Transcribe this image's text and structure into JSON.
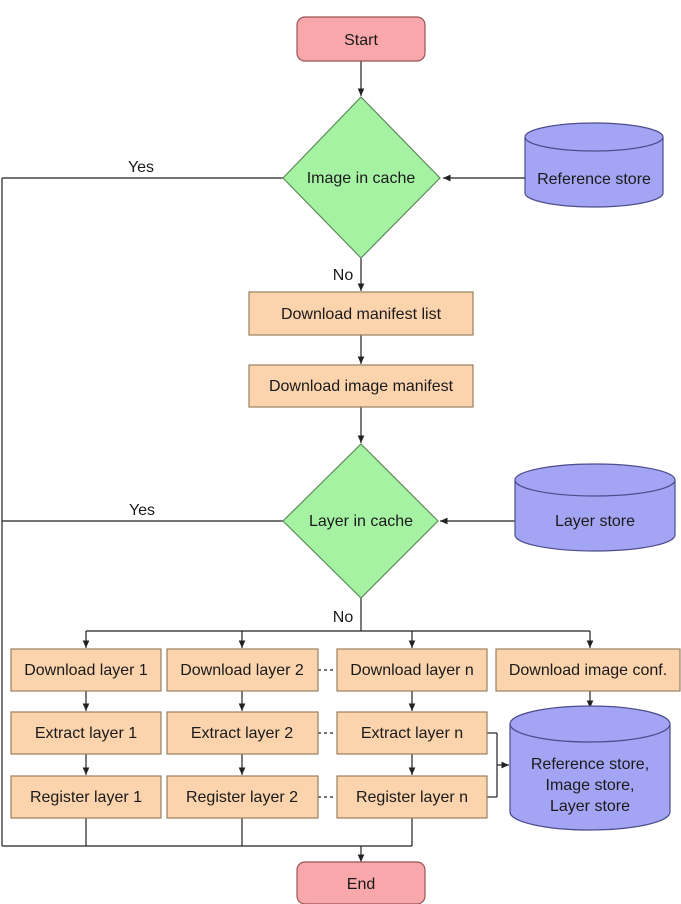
{
  "colors": {
    "terminal_fill": "#f8a7aa",
    "terminal_stroke": "#9a5355",
    "process_fill": "#fbd3ac",
    "process_stroke": "#9a8060",
    "decision_fill": "#a6f2a3",
    "decision_stroke": "#5c8a5a",
    "store_fill": "#a4a4f5",
    "store_stroke": "#4c4c8a",
    "line": "#222222"
  },
  "nodes": {
    "start": "Start",
    "image_in_cache": "Image in cache",
    "reference_store": "Reference store",
    "download_manifest_list": "Download manifest list",
    "download_image_manifest": "Download image manifest",
    "layer_in_cache": "Layer in cache",
    "layer_store": "Layer store",
    "download_layer_1": "Download layer 1",
    "download_layer_2": "Download layer 2",
    "download_layer_n": "Download layer n",
    "download_image_conf": "Download image conf.",
    "extract_layer_1": "Extract layer 1",
    "extract_layer_2": "Extract layer 2",
    "extract_layer_n": "Extract layer n",
    "register_layer_1": "Register layer 1",
    "register_layer_2": "Register layer 2",
    "register_layer_n": "Register layer n",
    "combined_store_line1": "Reference store,",
    "combined_store_line2": "Image store,",
    "combined_store_line3": "Layer store",
    "end": "End"
  },
  "edges": {
    "image_yes": "Yes",
    "image_no": "No",
    "layer_yes": "Yes",
    "layer_no": "No"
  }
}
